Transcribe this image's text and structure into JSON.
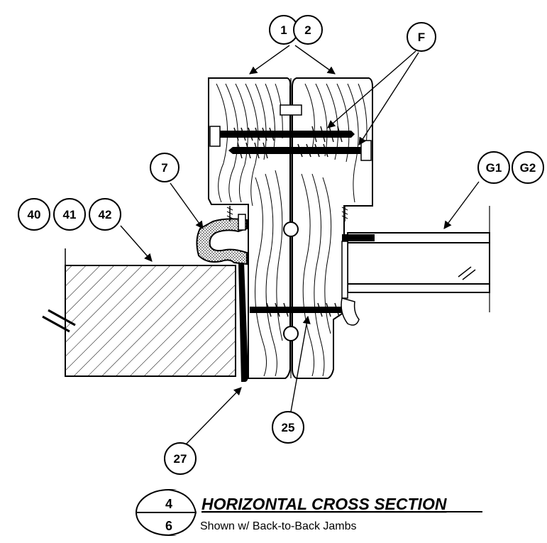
{
  "callouts": {
    "c1": "1",
    "c2": "2",
    "cF": "F",
    "c7": "7",
    "cG1": "G1",
    "cG2": "G2",
    "c40": "40",
    "c41": "41",
    "c42": "42",
    "c27": "27",
    "c25": "25"
  },
  "title_block": {
    "detail_number": "4",
    "sheet_number": "6",
    "title": "HORIZONTAL CROSS SECTION",
    "subtitle": "Shown w/ Back-to-Back Jambs"
  },
  "symbols": {
    "break_mark": "break-line",
    "wood_grain": "wood-grain-hatch"
  }
}
